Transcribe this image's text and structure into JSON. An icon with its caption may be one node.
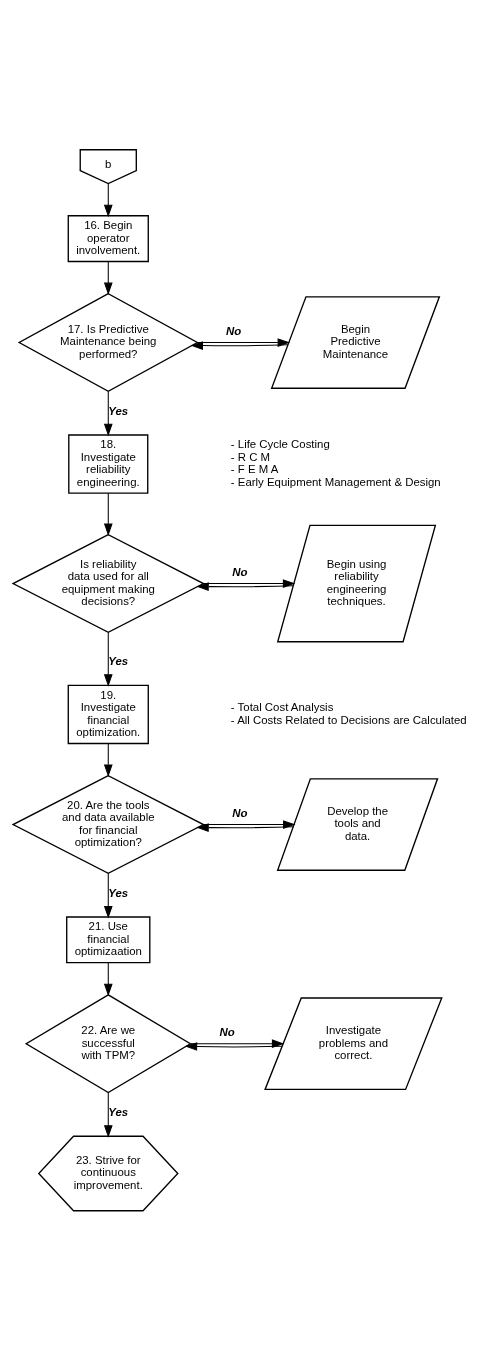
{
  "diagram": {
    "nodes": [
      {
        "text": [
          "b"
        ]
      },
      {
        "text": [
          "16. Begin operator involvement."
        ]
      },
      {
        "text": [
          "17. Is Predictive Maintenance being performed?"
        ]
      },
      {
        "text": [
          "Begin Predictive Maintenance"
        ]
      },
      {
        "text": [
          "18. Investigate reliability engineering."
        ],
        "beside": [
          "- Life Cycle Costing",
          "- R C M",
          "- F E M A",
          "- Early Equipment Management & Design"
        ]
      },
      {
        "text": [
          "Is reliability data used for all equipment making decisions?"
        ]
      },
      {
        "text": [
          "Begin using reliability engineering techniques."
        ]
      },
      {
        "text": [
          "19. Investigate financial optimization."
        ],
        "beside": [
          "- Total Cost Analysis",
          "- All Costs Related to Decisions are Calculated"
        ]
      },
      {
        "text": [
          "20. Are the tools and data available for financial optimization?"
        ]
      },
      {
        "text": [
          "Develop the tools and data."
        ]
      },
      {
        "text": [
          "21. Use financial optimizaation"
        ]
      },
      {
        "text": [
          "22. Are we successful with TPM?"
        ]
      },
      {
        "text": [
          "Investigate problems and correct."
        ]
      },
      {
        "text": [
          "23. Strive for continuous improvement."
        ]
      }
    ],
    "edges": [
      {
        "from": 0,
        "to": 1,
        "arrow": "to"
      },
      {
        "from": 1,
        "to": 2,
        "arrow": "to"
      },
      {
        "from": 2,
        "to": 3,
        "arrow": "to",
        "label": "No"
      },
      {
        "from": 3,
        "to": 2,
        "arrow": "to"
      },
      {
        "from": 2,
        "to": 4,
        "arrow": "to",
        "label": "Yes"
      },
      {
        "from": 4,
        "to": 5,
        "arrow": "to"
      },
      {
        "from": 5,
        "to": 6,
        "arrow": "to",
        "label": "No"
      },
      {
        "from": 6,
        "to": 5,
        "arrow": "to"
      },
      {
        "from": 5,
        "to": 7,
        "arrow": "to",
        "label": "Yes"
      },
      {
        "from": 7,
        "to": 8,
        "arrow": "to"
      },
      {
        "from": 8,
        "to": 9,
        "arrow": "to",
        "label": "No"
      },
      {
        "from": 9,
        "to": 8,
        "arrow": "to"
      },
      {
        "from": 8,
        "to": 10,
        "arrow": "to",
        "label": "Yes"
      },
      {
        "from": 10,
        "to": 11,
        "arrow": "to"
      },
      {
        "from": 11,
        "to": 12,
        "arrow": "to",
        "label": "No"
      },
      {
        "from": 12,
        "to": 11,
        "arrow": "to"
      },
      {
        "from": 11,
        "to": 13,
        "arrow": "to",
        "label": "Yes"
      }
    ]
  }
}
